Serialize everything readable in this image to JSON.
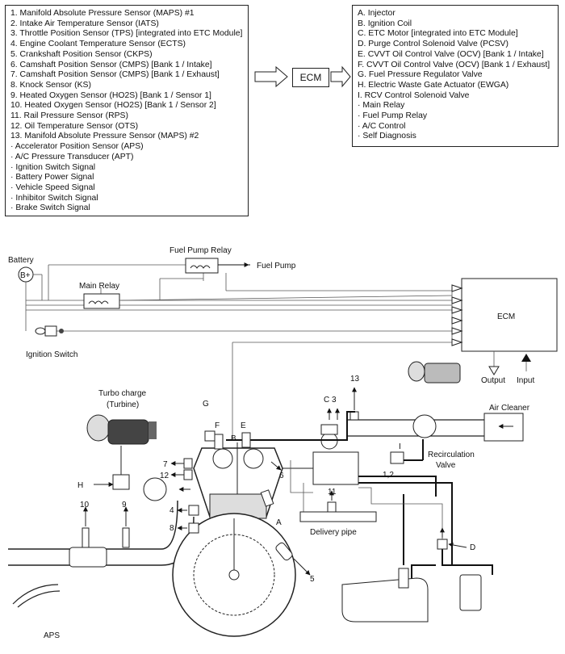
{
  "inputs": [
    "1. Manifold Absolute Pressure Sensor (MAPS) #1",
    "2. Intake Air Temperature Sensor (IATS)",
    "3. Throttle Position Sensor (TPS) [integrated into ETC Module]",
    "4. Engine Coolant Temperature Sensor (ECTS)",
    "5. Crankshaft Position Sensor (CKPS)",
    "6. Camshaft Position Sensor (CMPS) [Bank 1 / Intake]",
    "7. Camshaft Position Sensor (CMPS) [Bank 1 / Exhaust]",
    "8. Knock Sensor (KS)",
    "9. Heated Oxygen Sensor (HO2S) [Bank 1 / Sensor 1]",
    "10. Heated Oxygen Sensor (HO2S) [Bank 1 / Sensor 2]",
    "11. Rail Pressure Sensor (RPS)",
    "12. Oil Temperature Sensor (OTS)",
    "13. Manifold Absolute Pressure Sensor (MAPS) #2",
    "· Accelerator Position Sensor (APS)",
    "· A/C Pressure Transducer (APT)",
    "· Ignition Switch Signal",
    "· Battery Power Signal",
    "· Vehicle Speed Signal",
    "· Inhibitor Switch Signal",
    "· Brake Switch Signal"
  ],
  "outputs": [
    "A. Injector",
    "B. Ignition Coil",
    "C. ETC Motor [integrated into ETC Module]",
    "D. Purge Control Solenoid Valve (PCSV)",
    "E. CVVT Oil Control Valve (OCV) [Bank 1 / Intake]",
    "F. CVVT Oil Control Valve (OCV) [Bank 1 / Exhaust]",
    "G. Fuel Pressure Regulator Valve",
    "H. Electric Waste Gate Actuator (EWGA)",
    "I. RCV Control Solenoid Valve",
    "· Main Relay",
    "· Fuel Pump Relay",
    "· A/C Control",
    "· Self Diagnosis"
  ],
  "ecm_label": "ECM",
  "labels": {
    "battery": "Battery",
    "bplus": "B+",
    "fuel_pump_relay": "Fuel Pump Relay",
    "fuel_pump": "Fuel Pump",
    "main_relay": "Main Relay",
    "ignition_switch": "Ignition Switch",
    "ecm": "ECM",
    "output": "Output",
    "input": "Input",
    "turbo_1": "Turbo charge",
    "turbo_2": "(Turbine)",
    "air_cleaner": "Air Cleaner",
    "recirc_1": "Recirculation",
    "recirc_2": "Valve",
    "delivery_pipe": "Delivery pipe",
    "aps": "APS",
    "n13": "13",
    "c3": "C 3",
    "g": "G",
    "f": "F",
    "b": "B",
    "e": "E",
    "n7": "7",
    "n12": "12",
    "n6": "6",
    "i": "I",
    "n12b": "1,2",
    "h": "H",
    "n11": "11",
    "n4": "4",
    "n8": "8",
    "a": "A",
    "n10": "10",
    "n9": "9",
    "d": "D",
    "n5": "5"
  }
}
